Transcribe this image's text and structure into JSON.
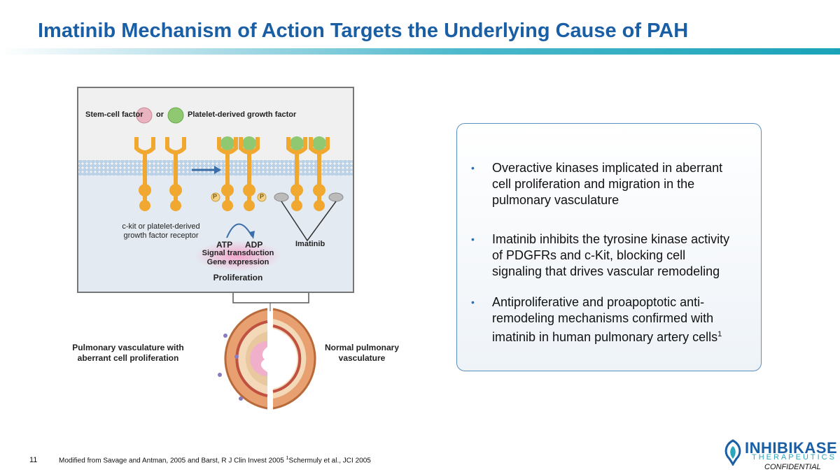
{
  "title": "Imatinib Mechanism of Action Targets the Underlying Cause of PAH",
  "diagram": {
    "stem_cell_label": "Stem-cell factor",
    "or_label": "or",
    "pdgf_label": "Platelet-derived growth factor",
    "receptor_label_line1": "c-kit or platelet-derived",
    "receptor_label_line2": "growth factor receptor",
    "atp_label": "ATP",
    "adp_label": "ADP",
    "signal_label": "Signal transduction",
    "gene_label": "Gene expression",
    "proliferation_label": "Proliferation",
    "imatinib_label": "Imatinib",
    "phospho_label": "P"
  },
  "vessels": {
    "left_label_line1": "Pulmonary vasculature with",
    "left_label_line2": "aberrant cell proliferation",
    "right_label_line1": "Normal pulmonary",
    "right_label_line2": "vasculature"
  },
  "bullets": [
    {
      "text": "Overactive kinases implicated in aberrant cell proliferation and migration in the pulmonary vasculature"
    },
    {
      "text": "Imatinib inhibits the tyrosine kinase activity of PDGFRs and c-Kit, blocking cell signaling that drives vascular remodeling"
    },
    {
      "text": "Antiproliferative and proapoptotic anti-remodeling mechanisms confirmed with imatinib in human pulmonary artery cells",
      "sup": "1"
    }
  ],
  "footer": {
    "page_number": "11",
    "reference_text": "Modified from Savage and Antman, 2005 and  Barst, R J Clin Invest 2005 ",
    "reference_sup": "1",
    "reference_text2": "Schermuly et al., JCI 2005",
    "confidential": "CONFIDENTIAL"
  },
  "logo": {
    "name": "INHIBIKASE",
    "subtitle": "THERAPEUTICS"
  },
  "colors": {
    "title": "#1a5fa6",
    "accent_teal": "#1aa3b8",
    "receptor": "#f0a830",
    "stem_cell_ligand": "#e9b4bf",
    "pdgf_ligand": "#8fc870",
    "membrane": "#b9d3ea"
  }
}
